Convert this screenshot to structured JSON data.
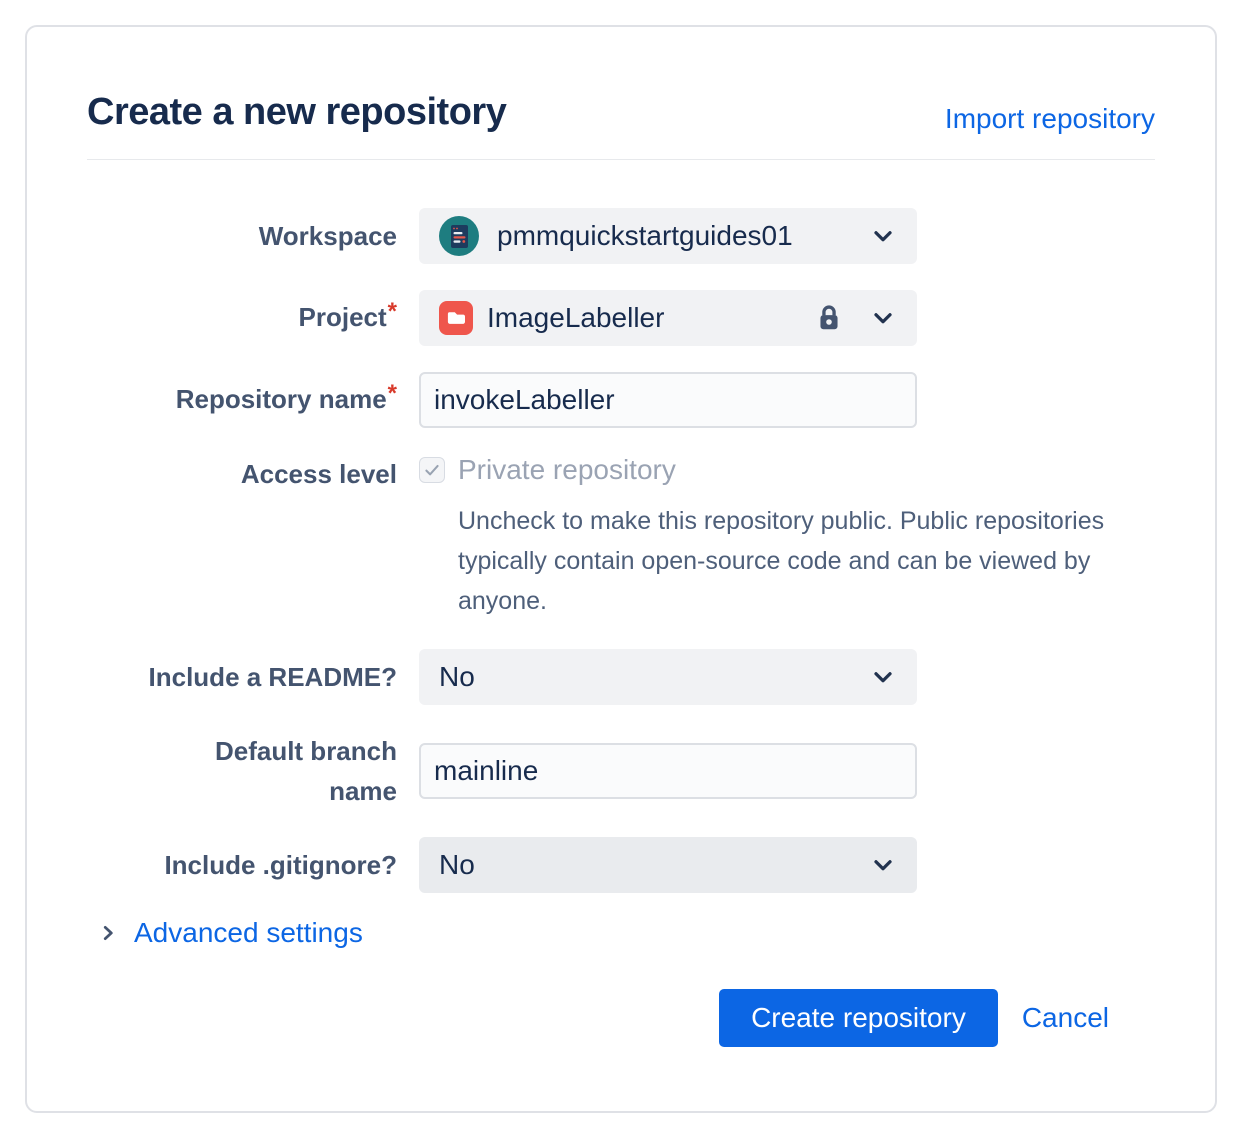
{
  "page": {
    "title": "Create a new repository",
    "import_link": "Import repository"
  },
  "form": {
    "workspace": {
      "label": "Workspace",
      "value": "pmmquickstartguides01"
    },
    "project": {
      "label": "Project",
      "required_mark": "*",
      "value": "ImageLabeller",
      "private": true
    },
    "repository_name": {
      "label": "Repository name",
      "required_mark": "*",
      "value": "invokeLabeller"
    },
    "access_level": {
      "label": "Access level",
      "checkbox_label": "Private repository",
      "checked": true,
      "disabled": true,
      "help_text": "Uncheck to make this repository public. Public repositories typically contain open-source code and can be viewed by anyone."
    },
    "include_readme": {
      "label": "Include a README?",
      "value": "No"
    },
    "default_branch": {
      "label": "Default branch name",
      "value": "mainline"
    },
    "include_gitignore": {
      "label": "Include .gitignore?",
      "value": "No"
    }
  },
  "advanced_settings": {
    "label": "Advanced settings"
  },
  "footer": {
    "create_label": "Create repository",
    "cancel_label": "Cancel"
  },
  "icons": {
    "workspace_avatar": "teal-workspace-avatar",
    "project": "red-folder-icon",
    "lock": "lock-icon",
    "dropdown": "chevron-down-icon",
    "checkbox": "check-icon",
    "advanced": "chevron-right-icon"
  },
  "colors": {
    "accent_blue": "#0C66E4",
    "title_navy": "#172B4D",
    "label_slate": "#44546F",
    "required_red": "#D83A2B",
    "avatar_teal": "#1E7D80",
    "folder_red": "#EF564C",
    "control_bg": "#F1F2F4",
    "card_border": "#DFE1E6"
  }
}
